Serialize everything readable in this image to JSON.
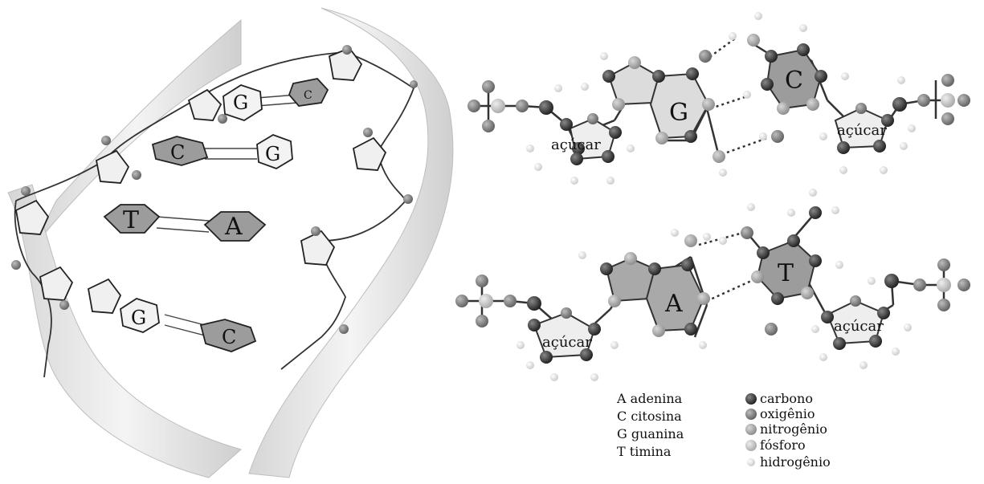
{
  "helix": {
    "pairs": [
      {
        "left": "G",
        "right": "C"
      },
      {
        "left": "C",
        "right": "G"
      },
      {
        "left": "T",
        "right": "A"
      },
      {
        "left": "G",
        "right": "C"
      }
    ]
  },
  "molecules": {
    "gc": {
      "purine": "G",
      "pyrimidine": "C",
      "sugar_left": "açúcar",
      "sugar_right": "açúcar"
    },
    "at": {
      "purine": "A",
      "pyrimidine": "T",
      "sugar_left": "açúcar",
      "sugar_right": "açúcar"
    }
  },
  "legend": {
    "bases": [
      {
        "letter": "A",
        "name": "adenina"
      },
      {
        "letter": "C",
        "name": "citosina"
      },
      {
        "letter": "G",
        "name": "guanina"
      },
      {
        "letter": "T",
        "name": "timina"
      }
    ],
    "atoms": [
      {
        "name": "carbono",
        "color": "#2b2b2b"
      },
      {
        "name": "oxigênio",
        "color": "#7d7d7d"
      },
      {
        "name": "nitrogênio",
        "color": "#a9a9a9"
      },
      {
        "name": "fósforo",
        "color": "#c4c4c4"
      },
      {
        "name": "hidrogênio",
        "color": "#efefef"
      }
    ]
  }
}
